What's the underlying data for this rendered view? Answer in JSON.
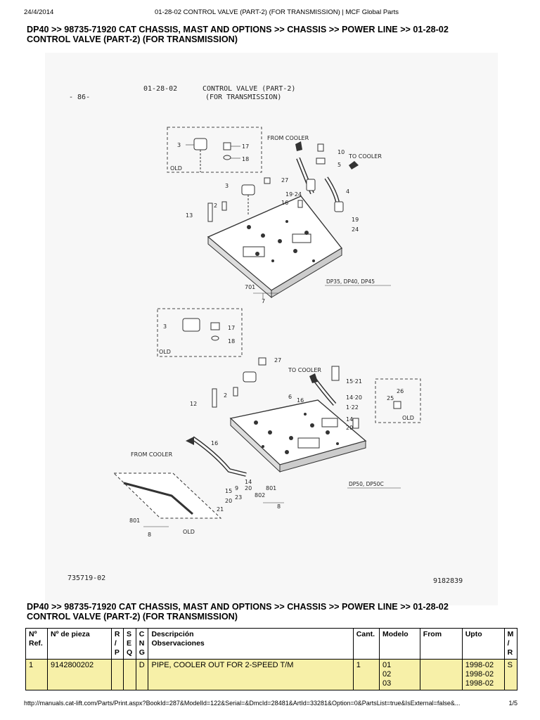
{
  "header": {
    "date": "24/4/2014",
    "page_title": "01-28-02 CONTROL VALVE (PART-2) (FOR TRANSMISSION) | MCF Global Parts"
  },
  "breadcrumb": {
    "line1": "DP40 >> 98735-71920 CAT CHASSIS, MAST AND OPTIONS >> CHASSIS >> POWER LINE >> 01-28-02",
    "line2": "CONTROL VALVE (PART-2) (FOR TRANSMISSION)"
  },
  "diagram": {
    "code": "01-28-02",
    "title_line1": "CONTROL VALVE (PART-2)",
    "title_line2": "(FOR TRANSMISSION)",
    "page_ref": "- 86-",
    "from_cooler": "FROM COOLER",
    "to_cooler": "TO COOLER",
    "old": "OLD",
    "model_top": "DP35, DP40, DP45",
    "model_bottom": "DP50, DP50C",
    "drawing_no": "735719-02",
    "ref_no": "9182839",
    "callouts_top": [
      "3",
      "17",
      "18",
      "10",
      "5",
      "4",
      "3",
      "27",
      "19·24",
      "16",
      "2",
      "13",
      "19",
      "24",
      "701",
      "7"
    ],
    "callouts_bottom": [
      "3",
      "17",
      "18",
      "27",
      "15·21",
      "14·20",
      "1·22",
      "16",
      "6",
      "2",
      "12",
      "14",
      "20",
      "26",
      "25",
      "16",
      "9",
      "14",
      "23",
      "15",
      "20",
      "21",
      "801",
      "802",
      "8",
      "801",
      "8"
    ]
  },
  "table": {
    "headers": {
      "ref": [
        "Nº",
        "Ref."
      ],
      "part_no": "Nº de pieza",
      "rp": [
        "R",
        "/",
        "P"
      ],
      "seq": [
        "S",
        "E",
        "Q"
      ],
      "cng": [
        "C",
        "N",
        "G"
      ],
      "desc": [
        "Descripción",
        "Observaciones"
      ],
      "qty": "Cant.",
      "model": "Modelo",
      "from": "From",
      "upto": "Upto",
      "mr": [
        "M",
        "/",
        "R"
      ]
    },
    "rows": [
      {
        "ref": "1",
        "part_no": "9142800202",
        "rp": "",
        "seq": "",
        "cng": "D",
        "desc": "PIPE, COOLER OUT FOR 2-SPEED T/M",
        "qty": "1",
        "models": [
          "01",
          "02",
          "03"
        ],
        "from": "",
        "upto": [
          "1998-02",
          "1998-02",
          "1998-02"
        ],
        "mr": "S"
      }
    ]
  },
  "footer": {
    "url": "http://manuals.cat-lift.com/Parts/Print.aspx?BookId=287&ModelId=122&Serial=&DmcId=28481&ArtId=33281&Option=0&PartsList=true&IsExternal=false&...",
    "page": "1/5"
  }
}
